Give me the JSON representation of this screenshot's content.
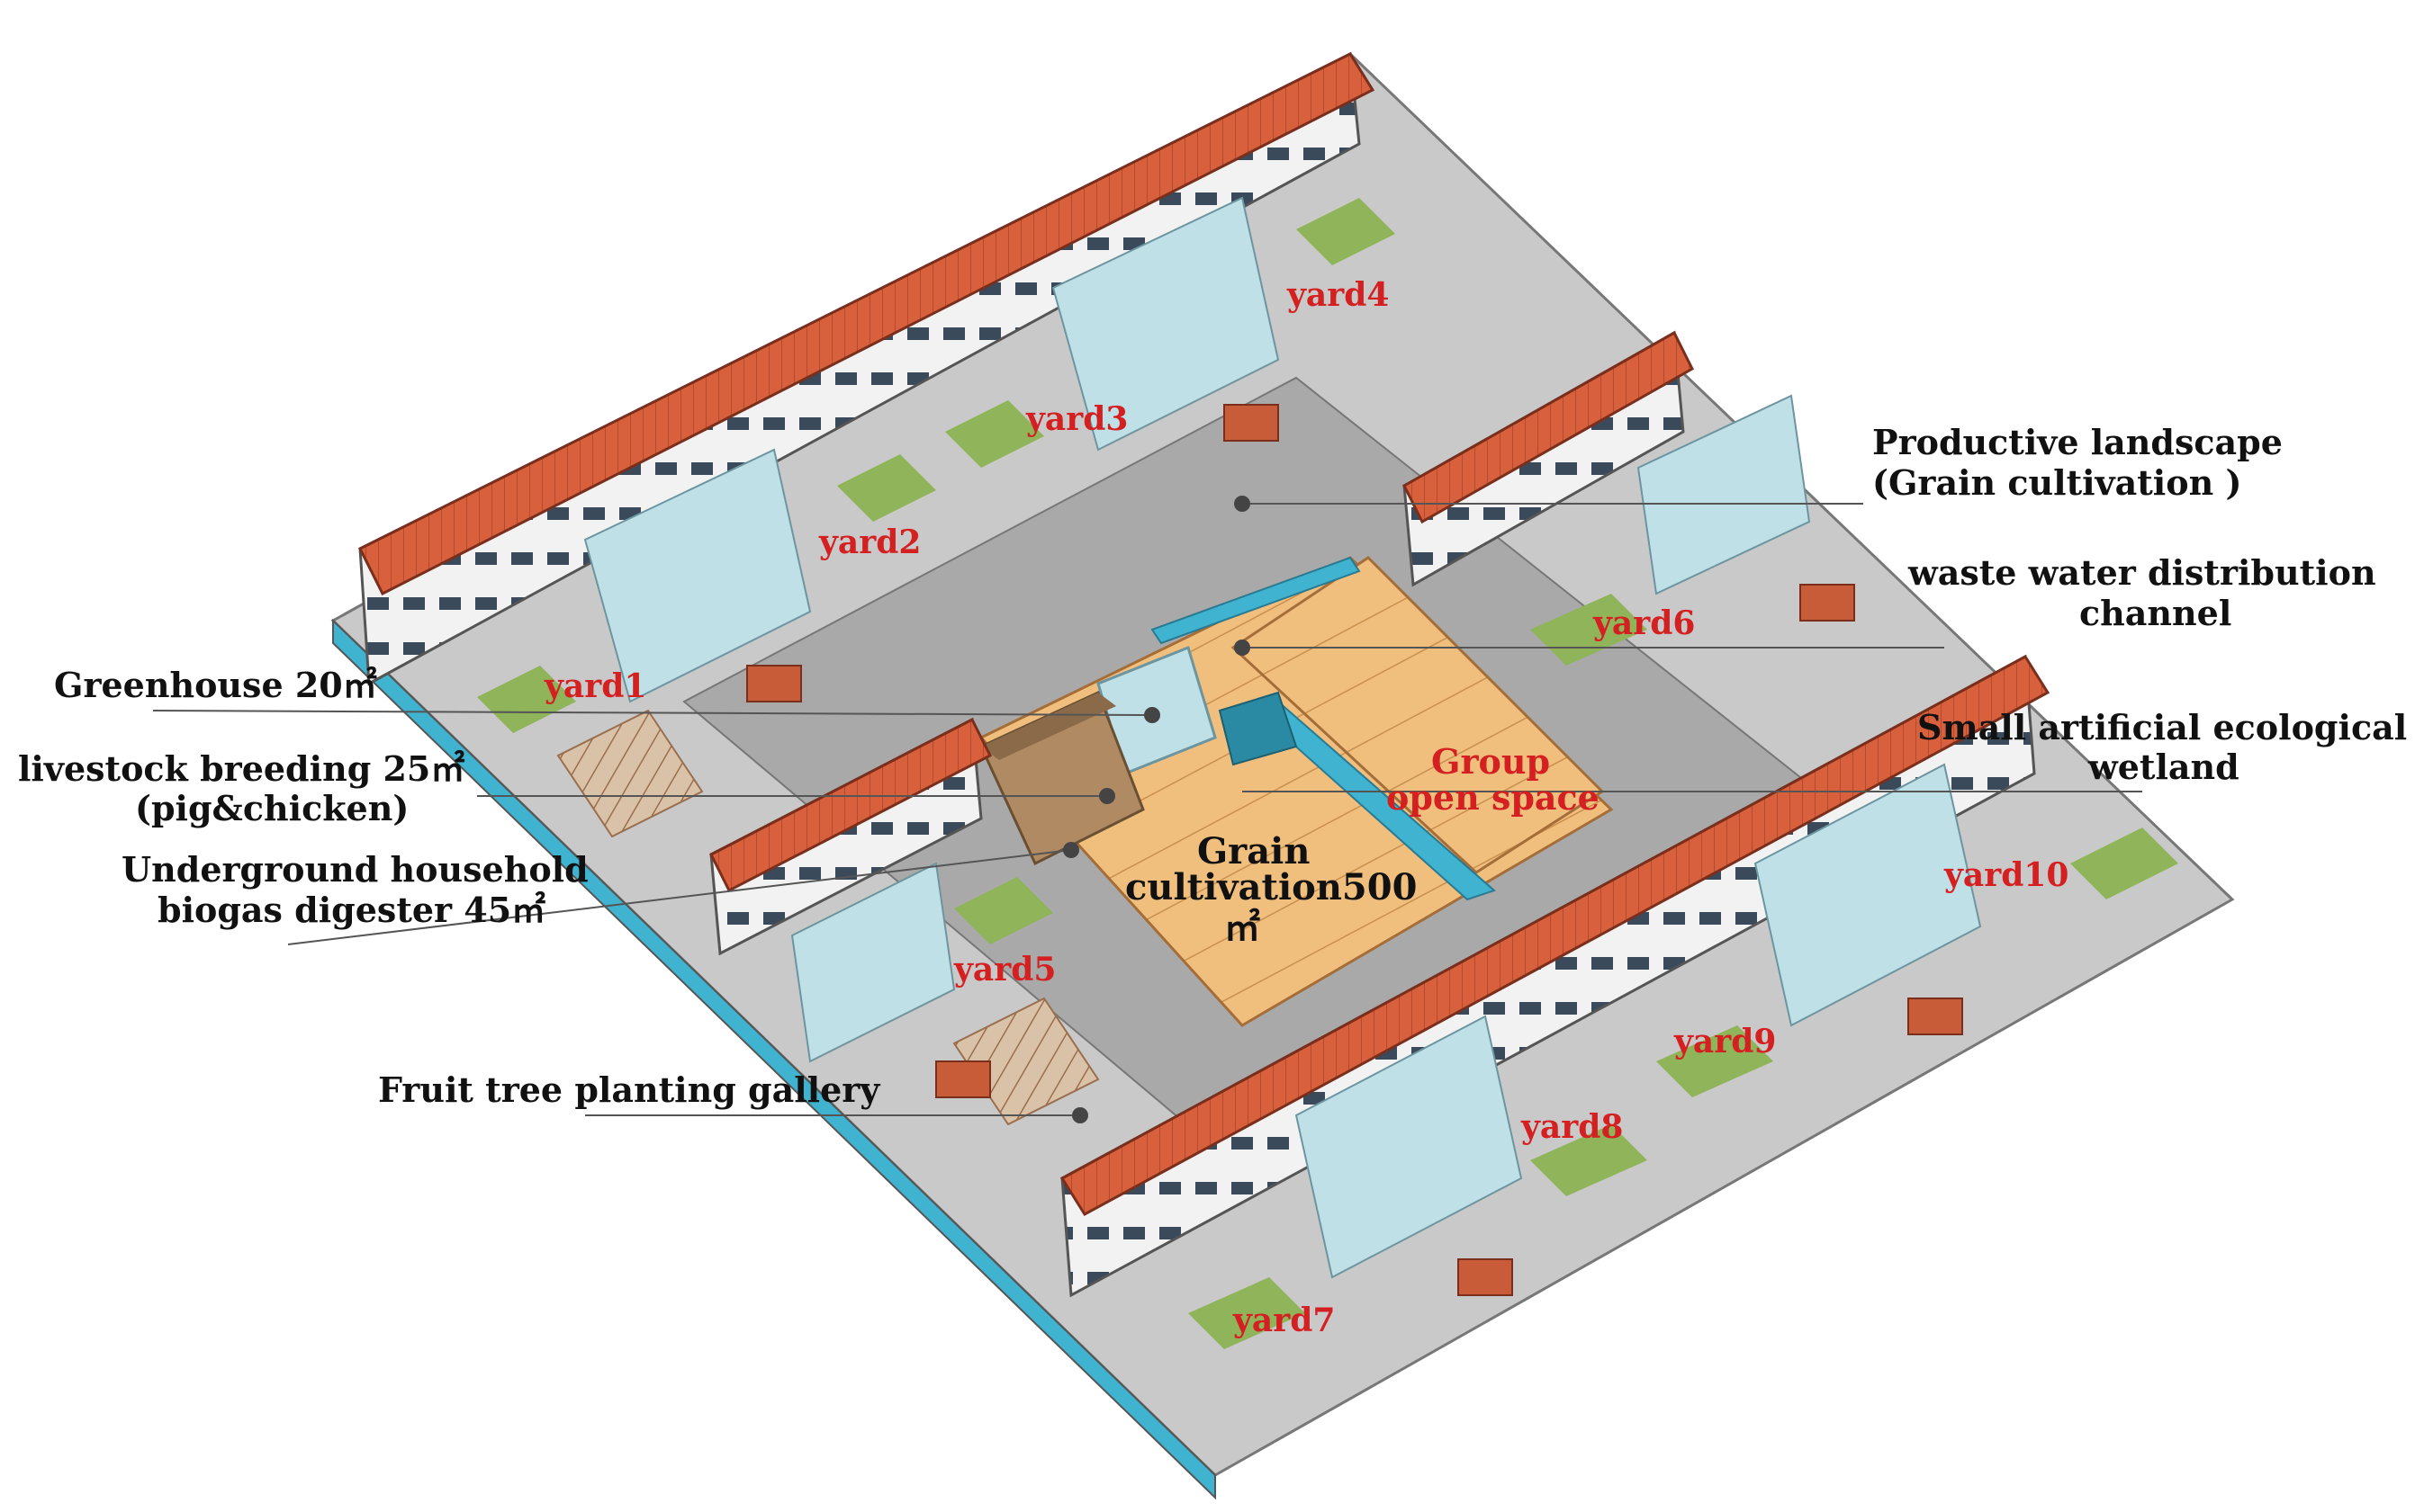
{
  "colors": {
    "roof": "#d9603c",
    "roof_dark": "#a8402a",
    "wall": "#f2f2f2",
    "paving": "#c9c9c9",
    "road": "#a9a9a9",
    "grass": "#8fb45a",
    "water": "#3fb3cf",
    "field": "#f0bf7e",
    "greenhouse": "#bfe0e6",
    "gallery": "#c9a27e",
    "label_red": "#d42020",
    "label_dark": "#111111"
  },
  "labels": {
    "productive_landscape_1": "Productive landscape",
    "productive_landscape_2": "(Grain cultivation )",
    "waste_water_1": "waste water distribution",
    "waste_water_2": "channel",
    "greenhouse": "Greenhouse 20㎡",
    "livestock_1": "livestock breeding 25㎡",
    "livestock_2": "(pig&chicken)",
    "wetland_1": "Small artificial ecological",
    "wetland_2": "wetland",
    "biogas_1": "Underground household",
    "biogas_2": "biogas digester 45㎡",
    "fruit_gallery": "Fruit tree planting gallery",
    "grain_1": "Grain",
    "grain_2": "cultivation500",
    "grain_3": "㎡",
    "group_open_1": "Group",
    "group_open_2": "open space"
  },
  "yards": [
    "yard1",
    "yard2",
    "yard3",
    "yard4",
    "yard5",
    "yard6",
    "yard7",
    "yard8",
    "yard9",
    "yard10"
  ]
}
